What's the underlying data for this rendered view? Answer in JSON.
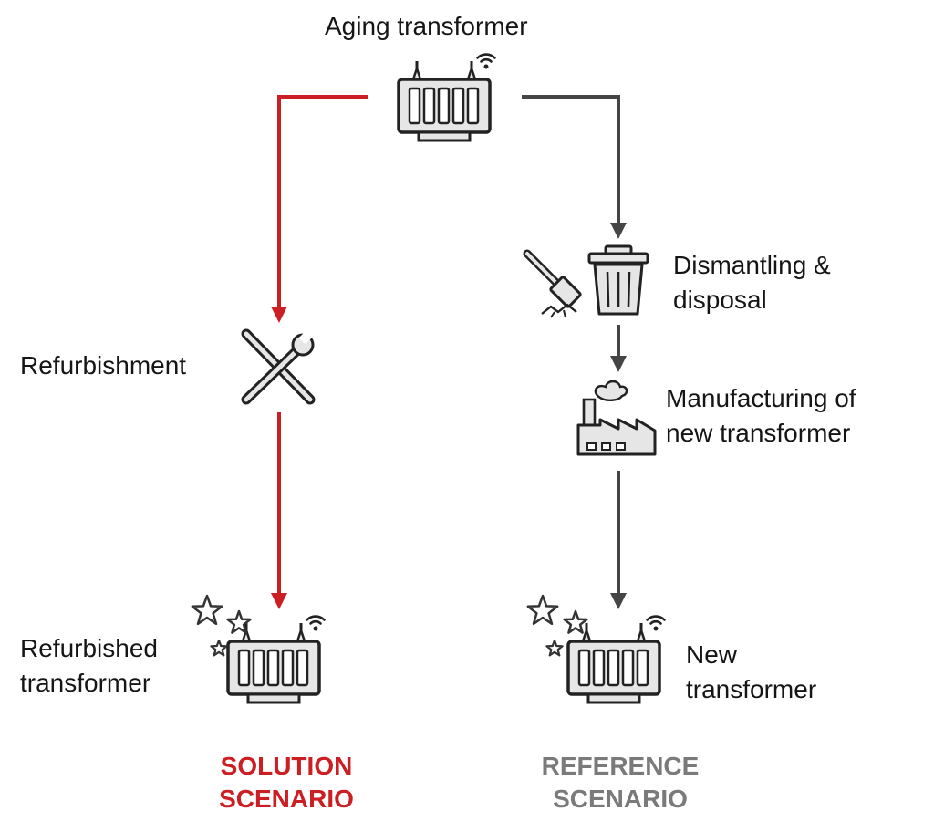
{
  "colors": {
    "solution": "#cc1f24",
    "reference": "#454545",
    "reference_label": "#7a7a7a",
    "icon_fill": "#e6e6e6",
    "icon_stroke": "#222222"
  },
  "nodes": {
    "aging": {
      "label": "Aging transformer",
      "icon": "transformer-icon"
    },
    "dismantling": {
      "line1": "Dismantling &",
      "line2": "disposal",
      "icons": [
        "hammer-icon",
        "trash-bin-icon"
      ]
    },
    "refurbishment": {
      "label": "Refurbishment",
      "icon": "wrench-screwdriver-icon"
    },
    "manufacturing": {
      "line1": "Manufacturing of",
      "line2": "new transformer",
      "icon": "factory-icon"
    },
    "refurbished": {
      "line1": "Refurbished",
      "line2": "transformer",
      "icon": "transformer-with-stars-icon"
    },
    "new": {
      "line1": "New",
      "line2": "transformer",
      "icon": "transformer-with-stars-icon"
    }
  },
  "scenarios": {
    "solution": {
      "line1": "SOLUTION",
      "line2": "SCENARIO"
    },
    "reference": {
      "line1": "REFERENCE",
      "line2": "SCENARIO"
    }
  }
}
